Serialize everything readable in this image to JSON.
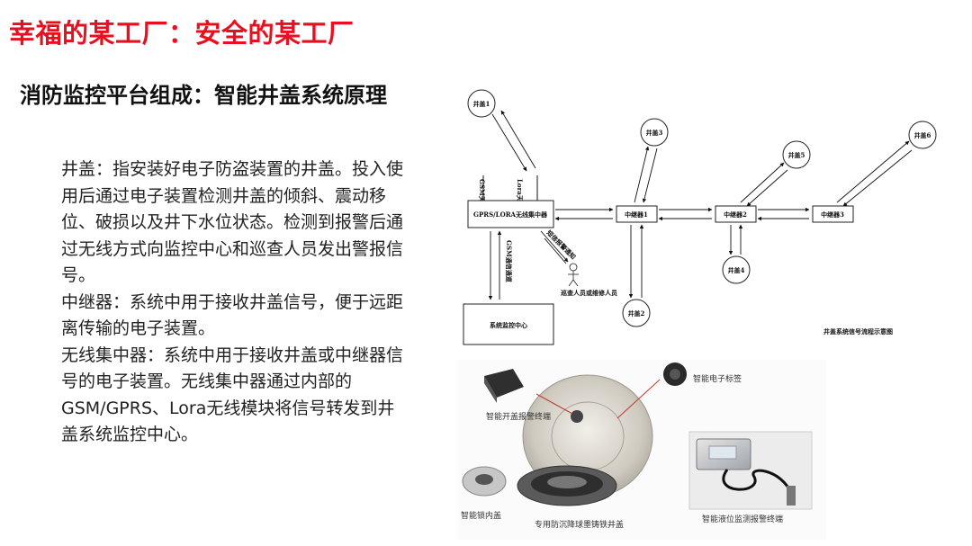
{
  "header": {
    "title": "幸福的某工厂：安全的某工厂",
    "subtitle": "消防监控平台组成：智能井盖系统原理"
  },
  "description": {
    "paragraphs": [
      "井盖：指安装好电子防盗装置的井盖。投入使用后通过电子装置检测井盖的倾斜、震动移位、破损以及井下水位状态。检测到报警后通过无线方式向监控中心和巡查人员发出警报信号。",
      "中继器：系统中用于接收井盖信号，便于远距离传输的电子装置。",
      "无线集中器：系统中用于接收井盖或中继器信号的电子装置。无线集中器通过内部的GSM/GPRS、Lora无线模块将信号转发到井盖系统监控中心。"
    ]
  },
  "diagram": {
    "hub_label": "GPRS/LORA无线集中器",
    "relay1": "中继器1",
    "relay2": "中继器2",
    "relay3": "中继器3",
    "cover1": "井盖1",
    "cover2": "井盖2",
    "cover3": "井盖3",
    "cover4": "井盖4",
    "cover5": "井盖5",
    "cover6": "井盖6",
    "control_center": "系统监控中心",
    "gsm_antenna": "GSM天线",
    "lora_antenna": "Lora天线",
    "gsm_link": "GSM通信通道",
    "patrol_link": "短信报警通知",
    "patrol_person": "巡查人员或维修人员",
    "caption": "井盖系统信号流程示意图"
  },
  "products": {
    "smart_tag": "智能电子标签",
    "open_alarm": "智能开盖报警终端",
    "inner_cover": "智能锁内盖",
    "cast_cover": "专用防沉降球墨铸铁井盖",
    "level_alarm": "智能液位监测报警终端"
  }
}
